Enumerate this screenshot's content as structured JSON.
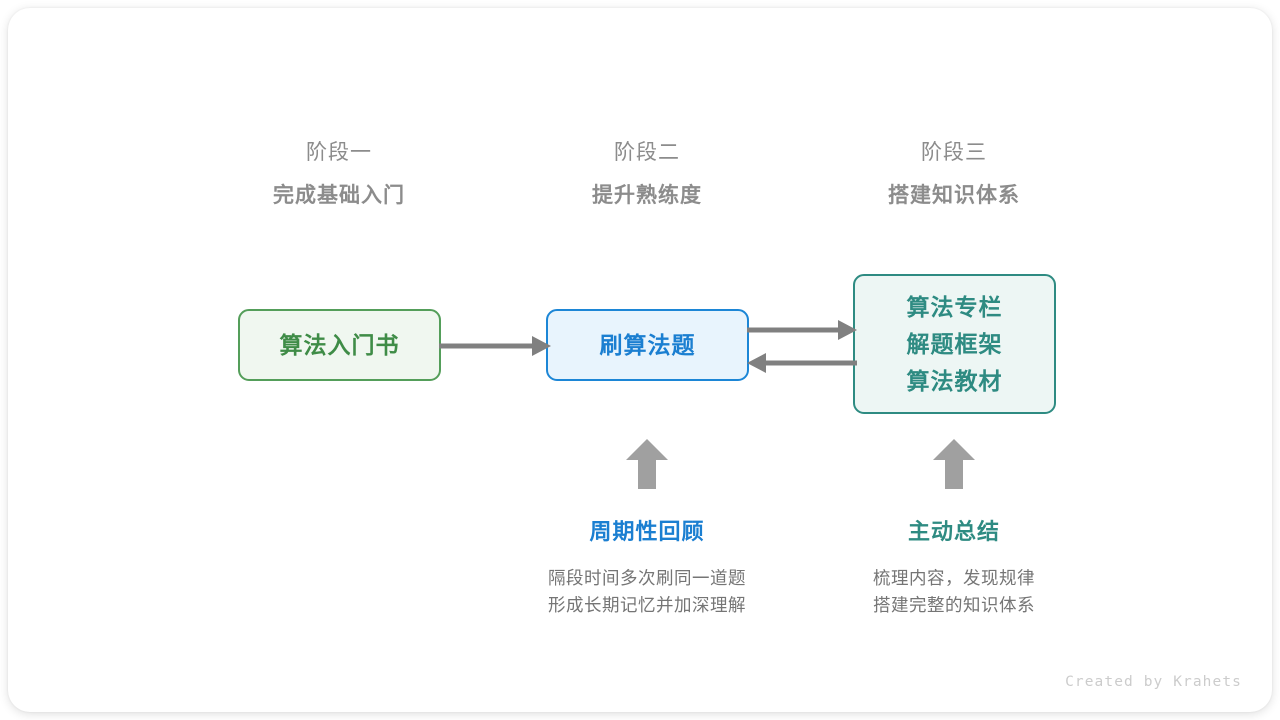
{
  "diagram": {
    "stages": [
      {
        "number": "阶段一",
        "title": "完成基础入门"
      },
      {
        "number": "阶段二",
        "title": "提升熟练度"
      },
      {
        "number": "阶段三",
        "title": "搭建知识体系"
      }
    ],
    "nodes": [
      {
        "id": "book",
        "lines": [
          "算法入门书"
        ],
        "color": "#3f8c47",
        "border": "#549e5a",
        "fill": "#f0f7f0"
      },
      {
        "id": "practice",
        "lines": [
          "刷算法题"
        ],
        "color": "#1b7fd1",
        "border": "#1c86d6",
        "fill": "#e8f4fd"
      },
      {
        "id": "resources",
        "lines": [
          "算法专栏",
          "解题框架",
          "算法教材"
        ],
        "color": "#2e8b82",
        "border": "#2e8b82",
        "fill": "#edf6f4"
      }
    ],
    "connectors": [
      {
        "id": "book-to-practice",
        "direction": "right"
      },
      {
        "id": "practice-to-resources",
        "direction": "right"
      },
      {
        "id": "resources-to-practice",
        "direction": "left"
      },
      {
        "id": "review-up",
        "direction": "up"
      },
      {
        "id": "summary-up",
        "direction": "up"
      }
    ],
    "annotations": [
      {
        "id": "review",
        "title": "周期性回顾",
        "accent": "#1b7fd1",
        "description_lines": [
          "隔段时间多次刷同一道题",
          "形成长期记忆并加深理解"
        ]
      },
      {
        "id": "summary",
        "title": "主动总结",
        "accent": "#2e8b82",
        "description_lines": [
          "梳理内容，发现规律",
          "搭建完整的知识体系"
        ]
      }
    ],
    "arrow_color": "#808080",
    "credit": "Created by Krahets"
  }
}
